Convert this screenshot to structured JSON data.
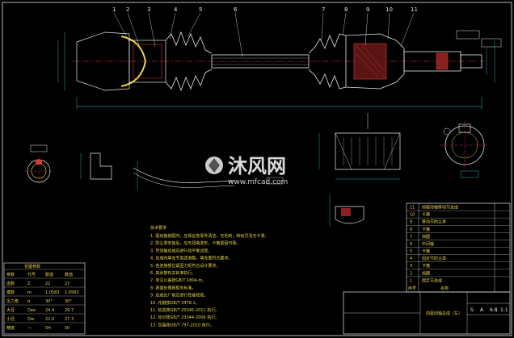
{
  "drawing": {
    "title": "前驱动轴总成（左）",
    "callouts": [
      "1",
      "2",
      "3",
      "4",
      "5",
      "6",
      "7",
      "8",
      "9",
      "10",
      "11"
    ]
  },
  "watermark": {
    "brand": "沐风网",
    "url": "www.mfcad.com"
  },
  "tech_requirements": {
    "heading": "技术要求",
    "lines": [
      "1. 驱动轴装配时，应保证各零件清洁，无毛刺，转动灵活无卡滞。",
      "2. 防尘罩安装后，应无扭曲变形，卡箍紧固可靠。",
      "3. 传动轴总成应进行动平衡试验。",
      "4. 总成内填充专用润滑脂，填充量符合要求。",
      "5. 各连接部位紧固力矩符合设计要求。",
      "6. 其余按有关标准执行。",
      "7. 未注公差按GB/T 1804-m。",
      "8. 表面处理按相关标准。",
      "9. 总成出厂前应进行性能检验。",
      "10. 花键按GB/T 3478.1。",
      "11. 检验按GB/T 20345-2011 执行。",
      "12. 标识按GB/T 23344-2009 执行。",
      "13. 包装按GB/T 797-2010 执行。"
    ]
  },
  "spline_table": {
    "title": "花键参数",
    "rows": [
      [
        "参数",
        "代号",
        "数值",
        "数值"
      ],
      [
        "齿数",
        "Z",
        "22",
        "27"
      ],
      [
        "模数",
        "m",
        "1.0583",
        "1.0583"
      ],
      [
        "压力角",
        "α",
        "30°",
        "30°"
      ],
      [
        "大径",
        "Dee",
        "24.4",
        "29.7"
      ],
      [
        "小径",
        "Die",
        "22.0",
        "27.3"
      ],
      [
        "精度",
        "—",
        "5H",
        "5h"
      ]
    ]
  },
  "parts_list": {
    "rows": [
      [
        "11",
        "前驱动轴移动节总成"
      ],
      [
        "10",
        "卡箍"
      ],
      [
        "9",
        "移动节防尘罩"
      ],
      [
        "8",
        "卡箍"
      ],
      [
        "7",
        "挡圈"
      ],
      [
        "6",
        "中间轴"
      ],
      [
        "5",
        "卡箍"
      ],
      [
        "4",
        "固定节防尘罩"
      ],
      [
        "3",
        "卡箍"
      ],
      [
        "2",
        "挡圈"
      ],
      [
        "1",
        "固定节总成"
      ]
    ],
    "header": [
      "序号",
      "名称"
    ]
  },
  "title_block": {
    "name": "前驱动轴总成（左）",
    "stage": "S",
    "cells": [
      "S",
      "A",
      "6.8",
      "1:1"
    ]
  },
  "colors": {
    "background": "#000000",
    "outline": "#e6e6e6",
    "dimension": "#3fd1d1",
    "hatch": "#d93b3b",
    "center": "#d93b3b",
    "note_text": "#e8d24a",
    "frame": "#e6e6e6"
  }
}
